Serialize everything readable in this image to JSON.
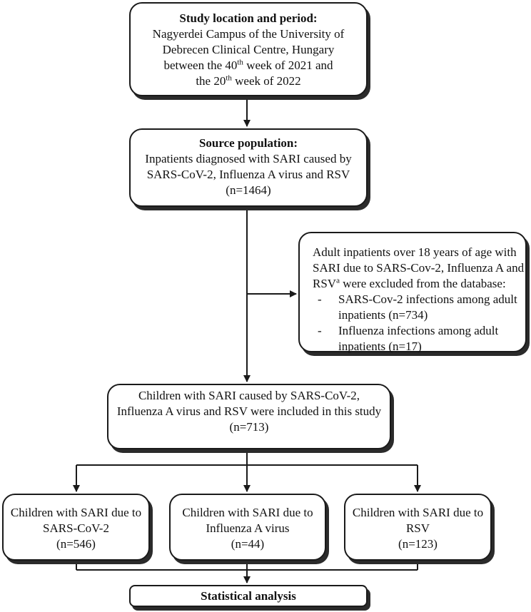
{
  "location": {
    "title": "Study location and period:",
    "line1": "Nagyerdei Campus of the University of",
    "line2": "Debrecen Clinical Centre, Hungary",
    "line3_pre": "between the 40",
    "line3_sup": "th",
    "line3_post": " week of 2021 and",
    "line4_pre": "the 20",
    "line4_sup": "th",
    "line4_post": " week of 2022"
  },
  "source": {
    "title": "Source population:",
    "line1": "Inpatients diagnosed with SARI caused by",
    "line2": "SARS-CoV-2, Influenza A virus and RSV",
    "count": "(n=1464)"
  },
  "excluded": {
    "line1": "Adult inpatients over 18 years of age with",
    "line2": "SARI due to SARS-Cov-2, Influenza A and",
    "line3_pre": "RSV",
    "line3_sup": "a",
    "line3_post": " were excluded from the database:",
    "dash": "-",
    "bullets": [
      {
        "line1": "SARS-Cov-2 infections among adult",
        "line2": "inpatients (n=734)"
      },
      {
        "line1": "Influenza infections among adult",
        "line2": "inpatients (n=17)"
      }
    ]
  },
  "children": {
    "line1": "Children with SARI caused by SARS-CoV-2,",
    "line2": "Influenza A virus and RSV were included in this study",
    "count": "(n=713)"
  },
  "groups": [
    {
      "line1": "Children with SARI due to",
      "line2": "SARS-CoV-2",
      "count": "(n=546)"
    },
    {
      "line1": "Children with SARI due to",
      "line2": "Influenza A virus",
      "count": "(n=44)"
    },
    {
      "line1": "Children with SARI due to",
      "line2": "RSV",
      "count": "(n=123)"
    }
  ],
  "analysis": {
    "label": "Statistical analysis"
  }
}
